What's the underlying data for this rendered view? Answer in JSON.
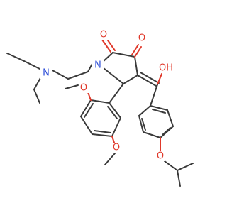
{
  "atoms": {
    "n_amine": "N",
    "n_ring": "N",
    "o_carbonyl_1": "O",
    "o_carbonyl_2": "O",
    "oh": "OH",
    "o_methoxy_top": "O",
    "o_methoxy_bottom": "O",
    "o_isopropoxy": "O"
  },
  "colors": {
    "carbon_bond": "#3a3a3a",
    "oxygen": "#e0392b",
    "nitrogen": "#3050d8",
    "background": "#ffffff"
  }
}
